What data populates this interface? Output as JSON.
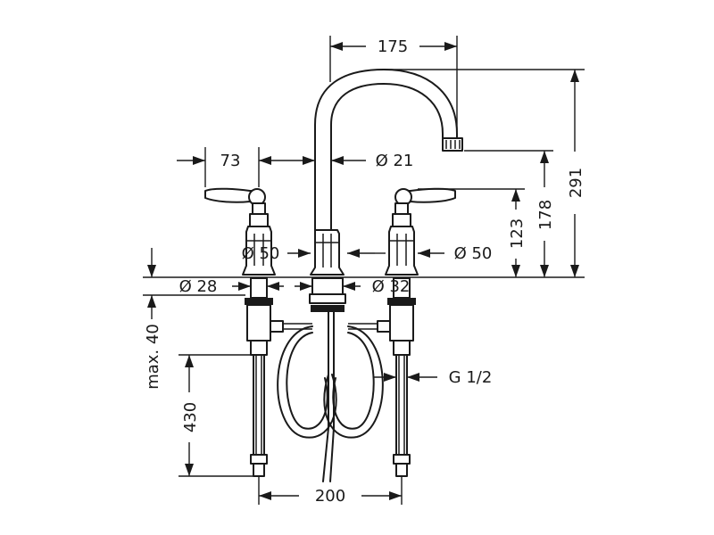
{
  "drawing": {
    "colors": {
      "line": "#1a1a1a",
      "background": "#ffffff"
    },
    "dimensions": {
      "spout_reach": "175",
      "handle_spacing": "73",
      "spout_tube_dia": "Ø 21",
      "spout_base_dia": "Ø 50",
      "handle_base_dia": "Ø 50",
      "handle_shank_dia": "Ø 28",
      "spout_shank_dia": "Ø 32",
      "total_height": "291",
      "outlet_height": "178",
      "handle_height": "123",
      "max_deck_thickness": "max. 40",
      "hose_length": "430",
      "connection_thread": "G 1/2",
      "valve_spacing": "200"
    }
  }
}
